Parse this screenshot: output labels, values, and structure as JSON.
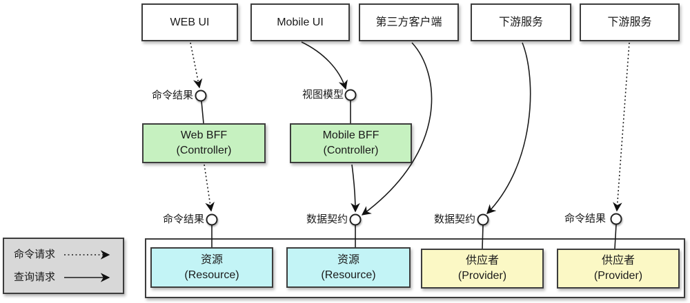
{
  "diagram": {
    "top_nodes": [
      {
        "label": "WEB UI"
      },
      {
        "label": "Mobile UI"
      },
      {
        "label": "第三方客户端"
      },
      {
        "label": "下游服务"
      },
      {
        "label": "下游服务"
      }
    ],
    "bff_nodes": [
      {
        "title": "Web BFF",
        "subtitle": "(Controller)"
      },
      {
        "title": "Mobile BFF",
        "subtitle": "(Controller)"
      }
    ],
    "upper_ports": [
      {
        "label": "命令结果"
      },
      {
        "label": "视图模型"
      }
    ],
    "lower_ports": [
      {
        "label": "命令结果"
      },
      {
        "label": "数据契约"
      },
      {
        "label": "数据契约"
      },
      {
        "label": "命令结果"
      }
    ],
    "service_nodes": [
      {
        "title": "资源",
        "subtitle": "(Resource)"
      },
      {
        "title": "资源",
        "subtitle": "(Resource)"
      },
      {
        "title": "供应者",
        "subtitle": "(Provider)"
      },
      {
        "title": "供应者",
        "subtitle": "(Provider)"
      }
    ],
    "legend": {
      "items": [
        {
          "label": "命令请求",
          "line_style": "dotted"
        },
        {
          "label": "查询请求",
          "line_style": "solid"
        }
      ]
    },
    "colors": {
      "bff_fill": "#c6f1c0",
      "resource_fill": "#c3f4f6",
      "provider_fill": "#fbf8c5",
      "legend_fill": "#d8d8d8",
      "node_fill": "#ffffff",
      "border": "#3c3c3c",
      "line": "#1a1a1a"
    }
  }
}
